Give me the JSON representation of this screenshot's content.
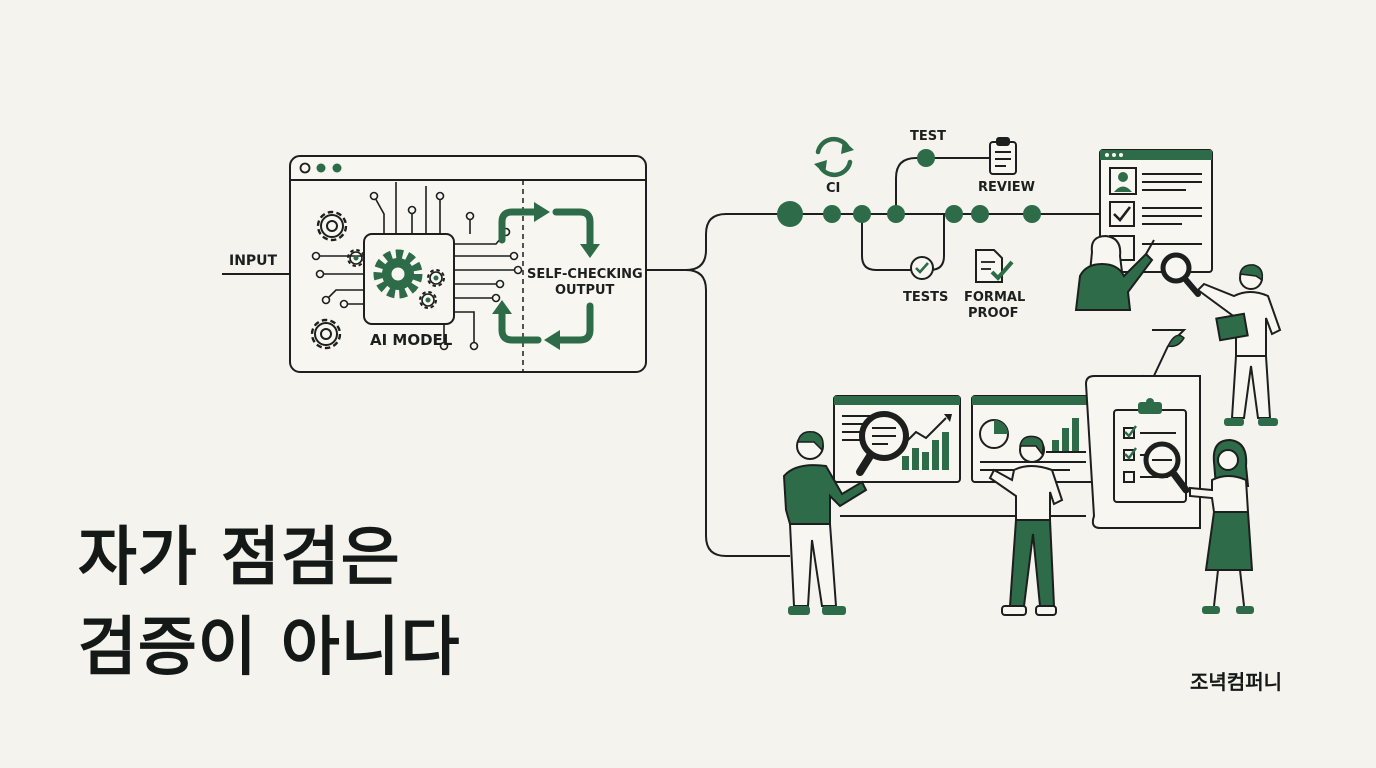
{
  "title": {
    "line1": "자가 점검은",
    "line2": "검증이 아니다"
  },
  "brand": "조녁컴퍼니",
  "labels": {
    "input": "INPUT",
    "ai_model": "AI MODEL",
    "self_checking_1": "SELF-CHECKING",
    "self_checking_2": "OUTPUT",
    "ci": "CI",
    "test": "TEST",
    "review": "REVIEW",
    "tests": "TESTS",
    "formal_proof_1": "FORMAL",
    "formal_proof_2": "PROOF"
  },
  "colors": {
    "accent": "#2e6b48",
    "ink": "#1c1f1d",
    "background": "#f4f3ee"
  },
  "icons": [
    "gear-icon",
    "cycle-arrows-icon",
    "clipboard-icon",
    "checkmark-icon",
    "document-check-icon",
    "magnifier-icon",
    "bar-chart-icon",
    "pie-chart-icon",
    "user-icon"
  ]
}
